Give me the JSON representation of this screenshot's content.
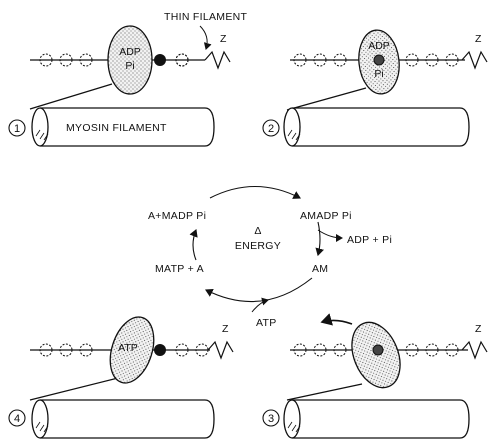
{
  "labels": {
    "thin_filament": "THIN FILAMENT",
    "myosin_filament": "MYOSIN FILAMENT",
    "z": "Z"
  },
  "panels": [
    {
      "number": "1",
      "head_top": "ADP",
      "head_bottom": "Pi"
    },
    {
      "number": "2",
      "head_top": "ADP",
      "head_bottom": "Pi"
    },
    {
      "number": "3",
      "head_top": "",
      "head_bottom": ""
    },
    {
      "number": "4",
      "head_top": "ATP",
      "head_bottom": ""
    }
  ],
  "cycle": {
    "top_left": "A+MADP Pi",
    "top_right": "AMADP Pi",
    "right_out": "ADP + Pi",
    "right": "AM",
    "left": "MATP + A",
    "bottom_in": "ATP",
    "center_symbol": "Δ",
    "center_label": "ENERGY"
  },
  "colors": {
    "ink": "#111111",
    "head_fill": "#dcdcdc"
  }
}
